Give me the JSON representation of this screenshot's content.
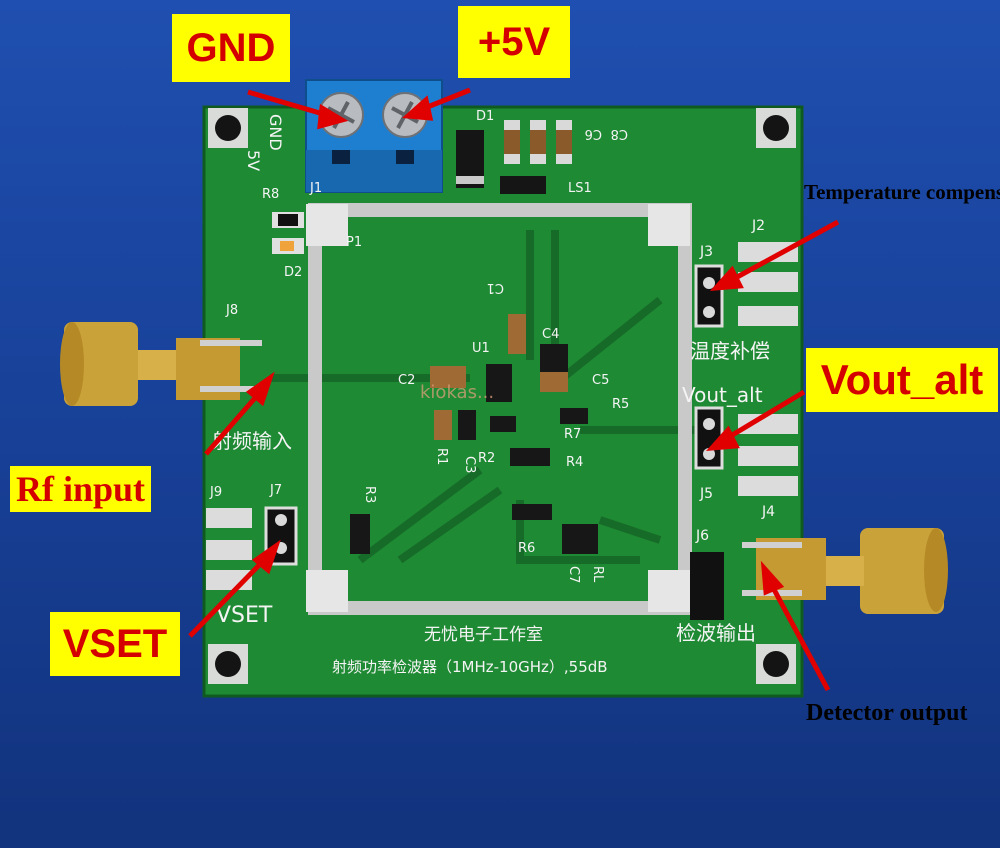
{
  "callouts": {
    "gnd": "GND",
    "plus5v": "+5V",
    "temperature_compensation": "Temperature compensation",
    "vout_alt": "Vout_alt",
    "rf_input": "Rf input",
    "vset": "VSET",
    "detector_output": "Detector output"
  },
  "silkscreen": {
    "terminal_labels": [
      "5V",
      "GND"
    ],
    "refs": {
      "r8": "R8",
      "j1": "J1",
      "d1": "D1",
      "c6": "C6",
      "c8": "C8",
      "ls1": "LS1",
      "d2": "D2",
      "p1": "P1",
      "j2": "J2",
      "j3": "J3",
      "j8": "J8",
      "u1": "U1",
      "c1": "C1",
      "c4": "C4",
      "c2": "C2",
      "c5": "C5",
      "r5": "R5",
      "r7": "R7",
      "r1": "R1",
      "c3": "C3",
      "r2": "R2",
      "r4": "R4",
      "r3": "R3",
      "j9": "J9",
      "j7": "J7",
      "j5": "J5",
      "j4": "J4",
      "j6": "J6",
      "r6": "R6",
      "c7": "C7",
      "rl": "RL"
    },
    "chinese_temp": "温度补偿",
    "chinese_rf_in": "射频输入",
    "vout_alt": "Vout_alt",
    "vset": "VSET",
    "chinese_detect_out": "检波输出",
    "studio_line": "无忧电子工作室",
    "product_line": "射频功率检波器（1MHz-10GHz）,55dB",
    "watermark": "kiokas..."
  },
  "colors": {
    "callout_bg": "#ffff00",
    "callout_text": "#d40000",
    "arrow": "#e00000",
    "pcb": "#1f8a34",
    "background": "#1f4fb0"
  }
}
